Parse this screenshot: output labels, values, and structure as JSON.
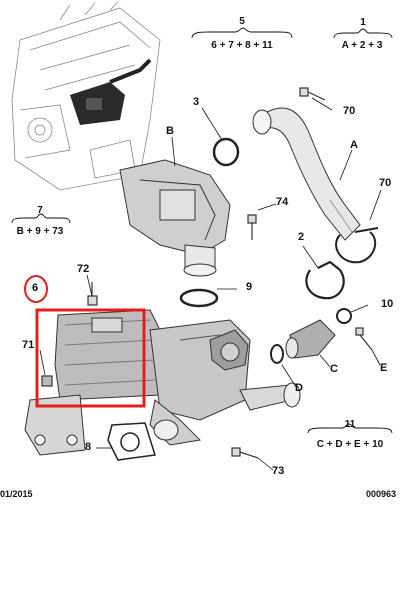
{
  "groups": {
    "g5": {
      "num": "5",
      "formula": "6 + 7 + 8 + 11"
    },
    "g1": {
      "num": "1",
      "formula": "A + 2 + 3"
    },
    "g7": {
      "num": "7",
      "formula": "B + 9 + 73"
    },
    "g11": {
      "num": "11",
      "formula": "C + D + E + 10"
    }
  },
  "callouts": {
    "c3": "3",
    "c70a": "70",
    "cB": "B",
    "cA": "A",
    "c70b": "70",
    "c74": "74",
    "c2": "2",
    "c72": "72",
    "c9": "9",
    "c6": "6",
    "c10": "10",
    "c71": "71",
    "cC": "C",
    "cE": "E",
    "cD": "D",
    "c8": "8",
    "c73": "73"
  },
  "footer": {
    "date": "01/2015",
    "ref": "000963"
  },
  "highlight": {
    "circle_color": "#e02020",
    "box_color": "#e02020",
    "target_label": "6"
  }
}
